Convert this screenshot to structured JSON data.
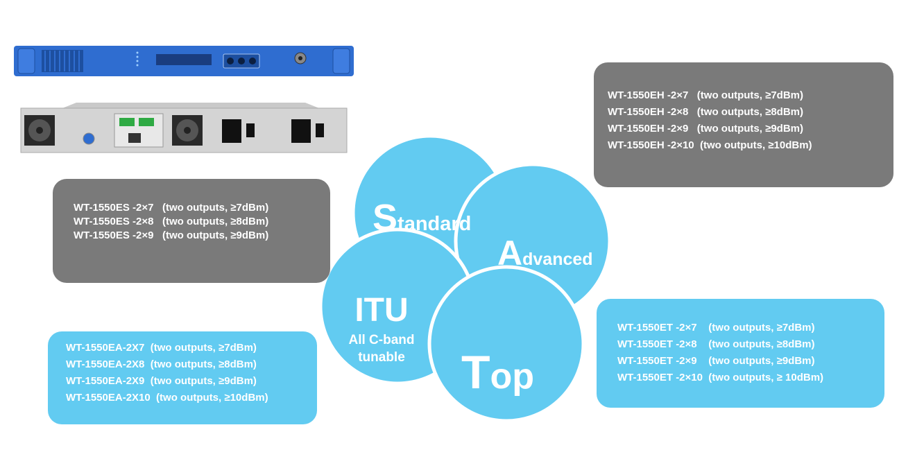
{
  "venn": {
    "standard": {
      "big": "S",
      "rest": "tandard"
    },
    "advanced": {
      "big": "A",
      "rest": "dvanced"
    },
    "itu": {
      "title": "ITU",
      "line1": "All C-band",
      "line2": "tunable"
    },
    "top": {
      "big": "T",
      "rest": "op"
    }
  },
  "boxes": {
    "eh": [
      "WT-1550EH -2×7   (two outputs, ≥7dBm)",
      "WT-1550EH -2×8   (two outputs, ≥8dBm)",
      "WT-1550EH -2×9   (two outputs, ≥9dBm)",
      "WT-1550EH -2×10  (two outputs, ≥10dBm)"
    ],
    "es": [
      "WT-1550ES -2×7   (two outputs, ≥7dBm)",
      "WT-1550ES -2×8   (two outputs, ≥8dBm)",
      "WT-1550ES -2×9   (two outputs, ≥9dBm)"
    ],
    "ea": [
      "WT-1550EA-2X7  (two outputs, ≥7dBm)",
      "WT-1550EA-2X8  (two outputs, ≥8dBm)",
      "WT-1550EA-2X9  (two outputs, ≥9dBm)",
      "WT-1550EA-2X10  (two outputs, ≥10dBm)"
    ],
    "et": [
      "WT-1550ET -2×7    (two outputs, ≥7dBm)",
      "WT-1550ET -2×8    (two outputs, ≥8dBm)",
      "WT-1550ET -2×9    (two outputs, ≥9dBm)",
      "WT-1550ET -2×10  (two outputs, ≥ 10dBm)"
    ]
  },
  "colors": {
    "circle": "#62cbf1",
    "gray_box": "#7a7a7a",
    "blue_box": "#62cbf1",
    "chassis_blue": "#2f6dd0"
  }
}
